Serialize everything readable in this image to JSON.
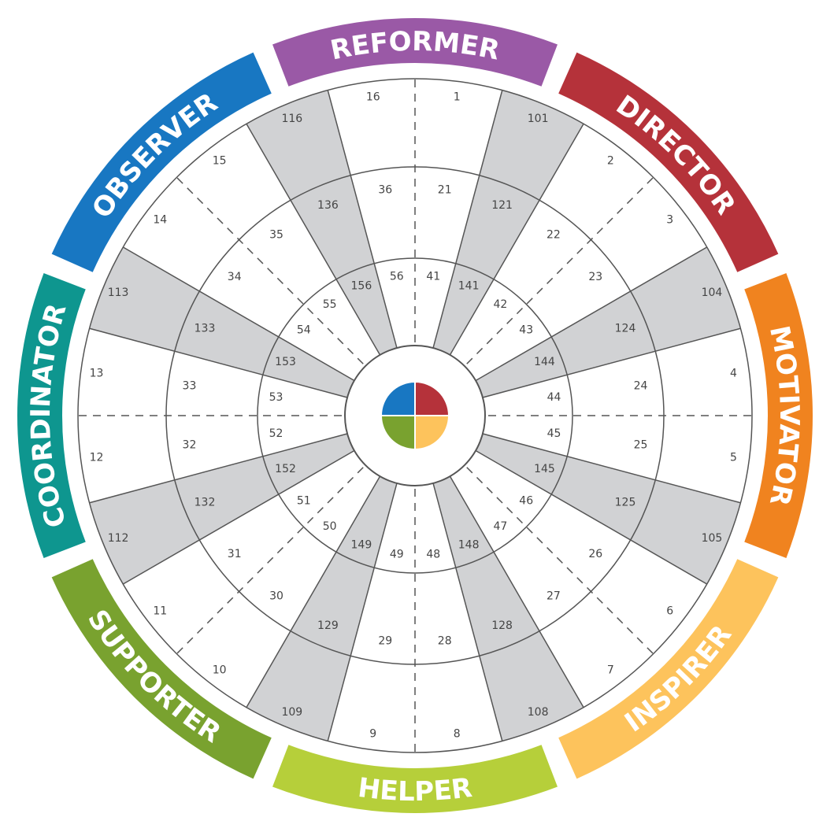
{
  "roles": [
    {
      "name": "REFORMER",
      "color": "#9a59a6",
      "angle": 0,
      "direction": "clockwise"
    },
    {
      "name": "DIRECTOR",
      "color": "#b5323a",
      "angle": 45,
      "direction": "clockwise"
    },
    {
      "name": "MOTIVATOR",
      "color": "#f0831f",
      "angle": 90,
      "direction": "clockwise"
    },
    {
      "name": "INSPIRER",
      "color": "#fdc35c",
      "angle": 135,
      "direction": "counterclockwise"
    },
    {
      "name": "HELPER",
      "color": "#b6cf3a",
      "angle": 180,
      "direction": "counterclockwise"
    },
    {
      "name": "SUPPORTER",
      "color": "#79a22f",
      "angle": 225,
      "direction": "counterclockwise"
    },
    {
      "name": "COORDINATOR",
      "color": "#0e968f",
      "angle": 270,
      "direction": "clockwise"
    },
    {
      "name": "OBSERVER",
      "color": "#1877c2",
      "angle": 315,
      "direction": "clockwise"
    }
  ],
  "rings": {
    "outer": {
      "white": [
        "1",
        "2",
        "3",
        "4",
        "5",
        "6",
        "7",
        "8",
        "9",
        "10",
        "11",
        "12",
        "13",
        "14",
        "15",
        "16"
      ],
      "grey": [
        "101",
        "104",
        "105",
        "108",
        "109",
        "112",
        "113",
        "116"
      ]
    },
    "middle": {
      "white": [
        "21",
        "22",
        "23",
        "24",
        "25",
        "26",
        "27",
        "28",
        "29",
        "30",
        "31",
        "32",
        "33",
        "34",
        "35",
        "36"
      ],
      "grey": [
        "121",
        "124",
        "125",
        "128",
        "129",
        "132",
        "133",
        "136"
      ]
    },
    "inner": {
      "white": [
        "41",
        "42",
        "43",
        "44",
        "45",
        "46",
        "47",
        "48",
        "49",
        "50",
        "51",
        "52",
        "53",
        "54",
        "55",
        "56"
      ],
      "grey": [
        "141",
        "144",
        "145",
        "148",
        "149",
        "152",
        "153",
        "156"
      ]
    }
  },
  "center_quadrants": [
    {
      "position": "top-right",
      "color": "#b5323a"
    },
    {
      "position": "bottom-right",
      "color": "#fdc35c"
    },
    {
      "position": "bottom-left",
      "color": "#79a22f"
    },
    {
      "position": "top-left",
      "color": "#1877c2"
    }
  ],
  "colors": {
    "grey_cell": "#d1d2d4",
    "line": "#555555"
  }
}
